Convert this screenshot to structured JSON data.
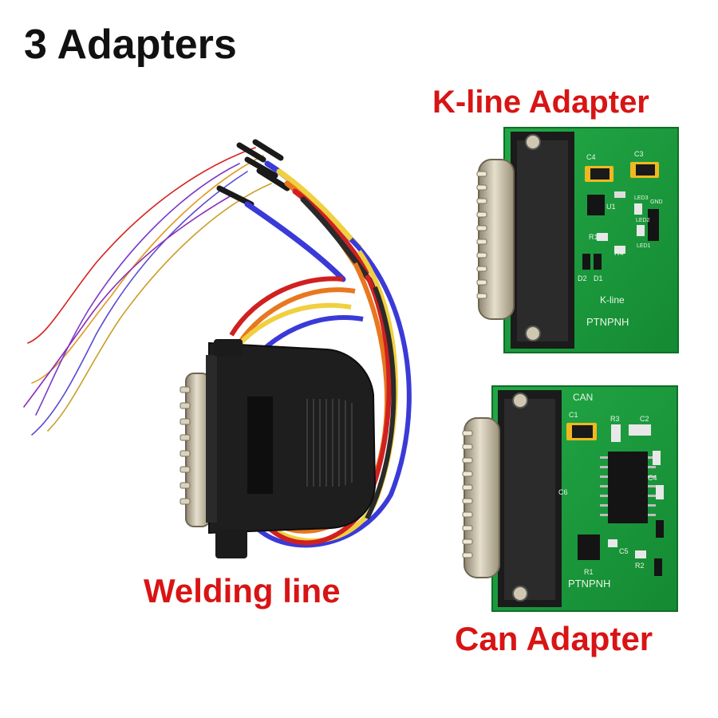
{
  "labels": {
    "title": "3 Adapters",
    "kline": "K-line Adapter",
    "welding": "Welding line",
    "can": "Can Adapter"
  },
  "kline_board": {
    "brand": "PTNPNH",
    "name": "K-line",
    "marks": [
      "C4",
      "C3",
      "U1",
      "LED3",
      "LED2",
      "LED1",
      "R1",
      "R4",
      "D1",
      "D2",
      "GND"
    ]
  },
  "can_board": {
    "brand": "PTNPNH",
    "name": "CAN",
    "marks": [
      "C1",
      "R3",
      "C2",
      "C6",
      "C4",
      "C5",
      "R1",
      "R2"
    ]
  },
  "colors": {
    "label_red": "#d81414",
    "pcb_green": "#1a9a3c",
    "connector_black": "#1b1b1b",
    "pin_metal": "#c9c1a8"
  }
}
